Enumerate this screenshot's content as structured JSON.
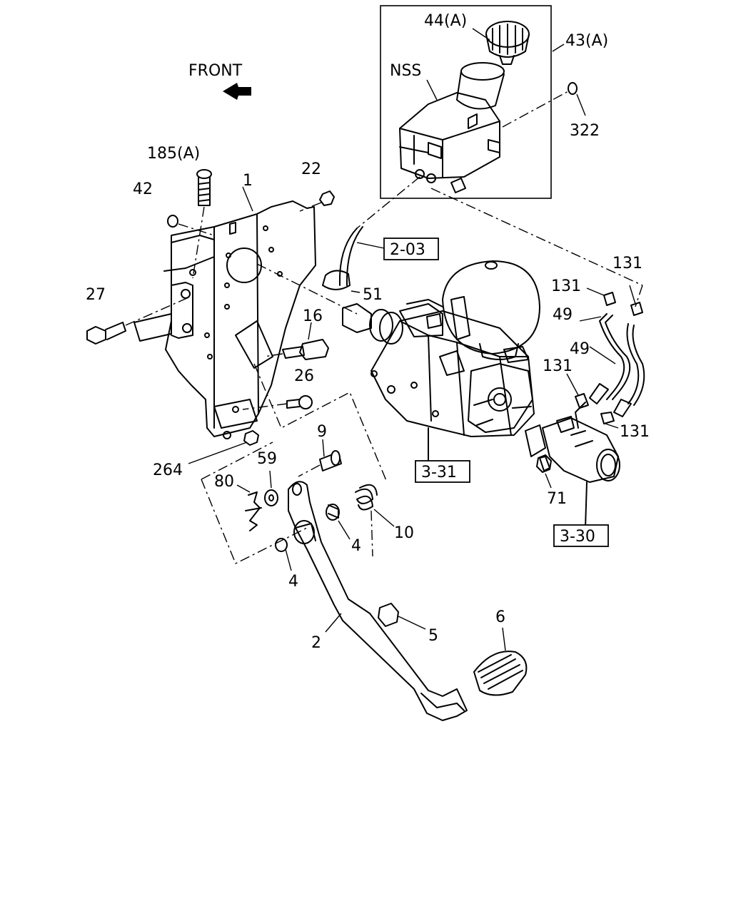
{
  "front_label": "FRONT",
  "labels": {
    "l44a": "44(A)",
    "l43a": "43(A)",
    "nss": "NSS",
    "l322": "322",
    "l185a": "185(A)",
    "l42": "42",
    "l1": "1",
    "l22": "22",
    "l27": "27",
    "l16": "16",
    "l26": "26",
    "l51": "51",
    "l131a": "131",
    "l131b": "131",
    "l131c": "131",
    "l131d": "131",
    "l49a": "49",
    "l49b": "49",
    "l9": "9",
    "l59": "59",
    "l80": "80",
    "l264": "264",
    "l10": "10",
    "l4a": "4",
    "l4b": "4",
    "l71": "71",
    "l5": "5",
    "l6": "6",
    "l2": "2"
  },
  "refs": {
    "r203": "2-03",
    "r331": "3-31",
    "r330": "3-30"
  }
}
